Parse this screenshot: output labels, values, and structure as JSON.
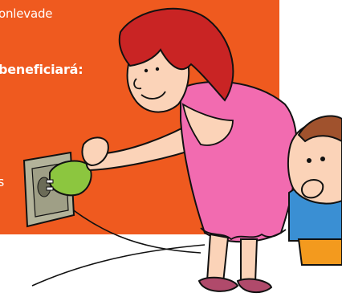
{
  "text": {
    "line1": "onlevade",
    "line2": "beneficiará:",
    "line3": "s"
  },
  "illustration": {
    "label": "woman-and-child-unplugging-cartoon"
  },
  "colors": {
    "panel": "#ef5a1f",
    "panel_text": "#ffffff",
    "hair": "#c92424",
    "skin": "#fbd3b8",
    "dress": "#f26bb0",
    "plug": "#8cc63f",
    "outlet": "#b3b39a",
    "child_shirt": "#3a8fd3",
    "child_pants": "#f39a1e",
    "child_hair": "#a0522d"
  }
}
